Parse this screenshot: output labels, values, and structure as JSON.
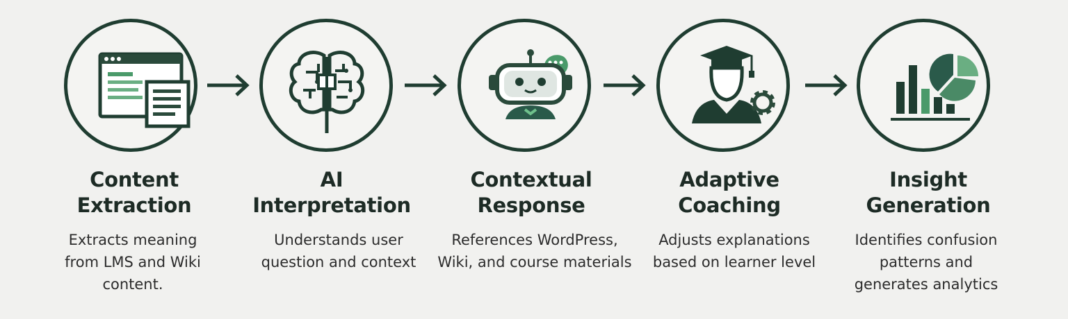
{
  "steps": [
    {
      "title": "Content\nExtraction",
      "description": "Extracts meaning\nfrom LMS and Wiki\ncontent."
    },
    {
      "title": "AI\nInterpretation",
      "description": "Understands user\nquestion and context"
    },
    {
      "title": "Contextual\nResponse",
      "description": "References WordPress,\nWiki, and course materials"
    },
    {
      "title": "Adaptive\nCoaching",
      "description": "Adjusts explanations\nbased on learner level"
    },
    {
      "title": "Insight\nGeneration",
      "description": "Identifies confusion\npatterns and\ngenerates analytics"
    }
  ],
  "icons": [
    "browser-document-icon",
    "brain-circuit-icon",
    "chatbot-icon",
    "graduate-gear-icon",
    "analytics-chart-icon"
  ],
  "colors": {
    "dark_green": "#1f3d31",
    "accent_green": "#4a9a6a",
    "background": "#f1f1ef"
  }
}
